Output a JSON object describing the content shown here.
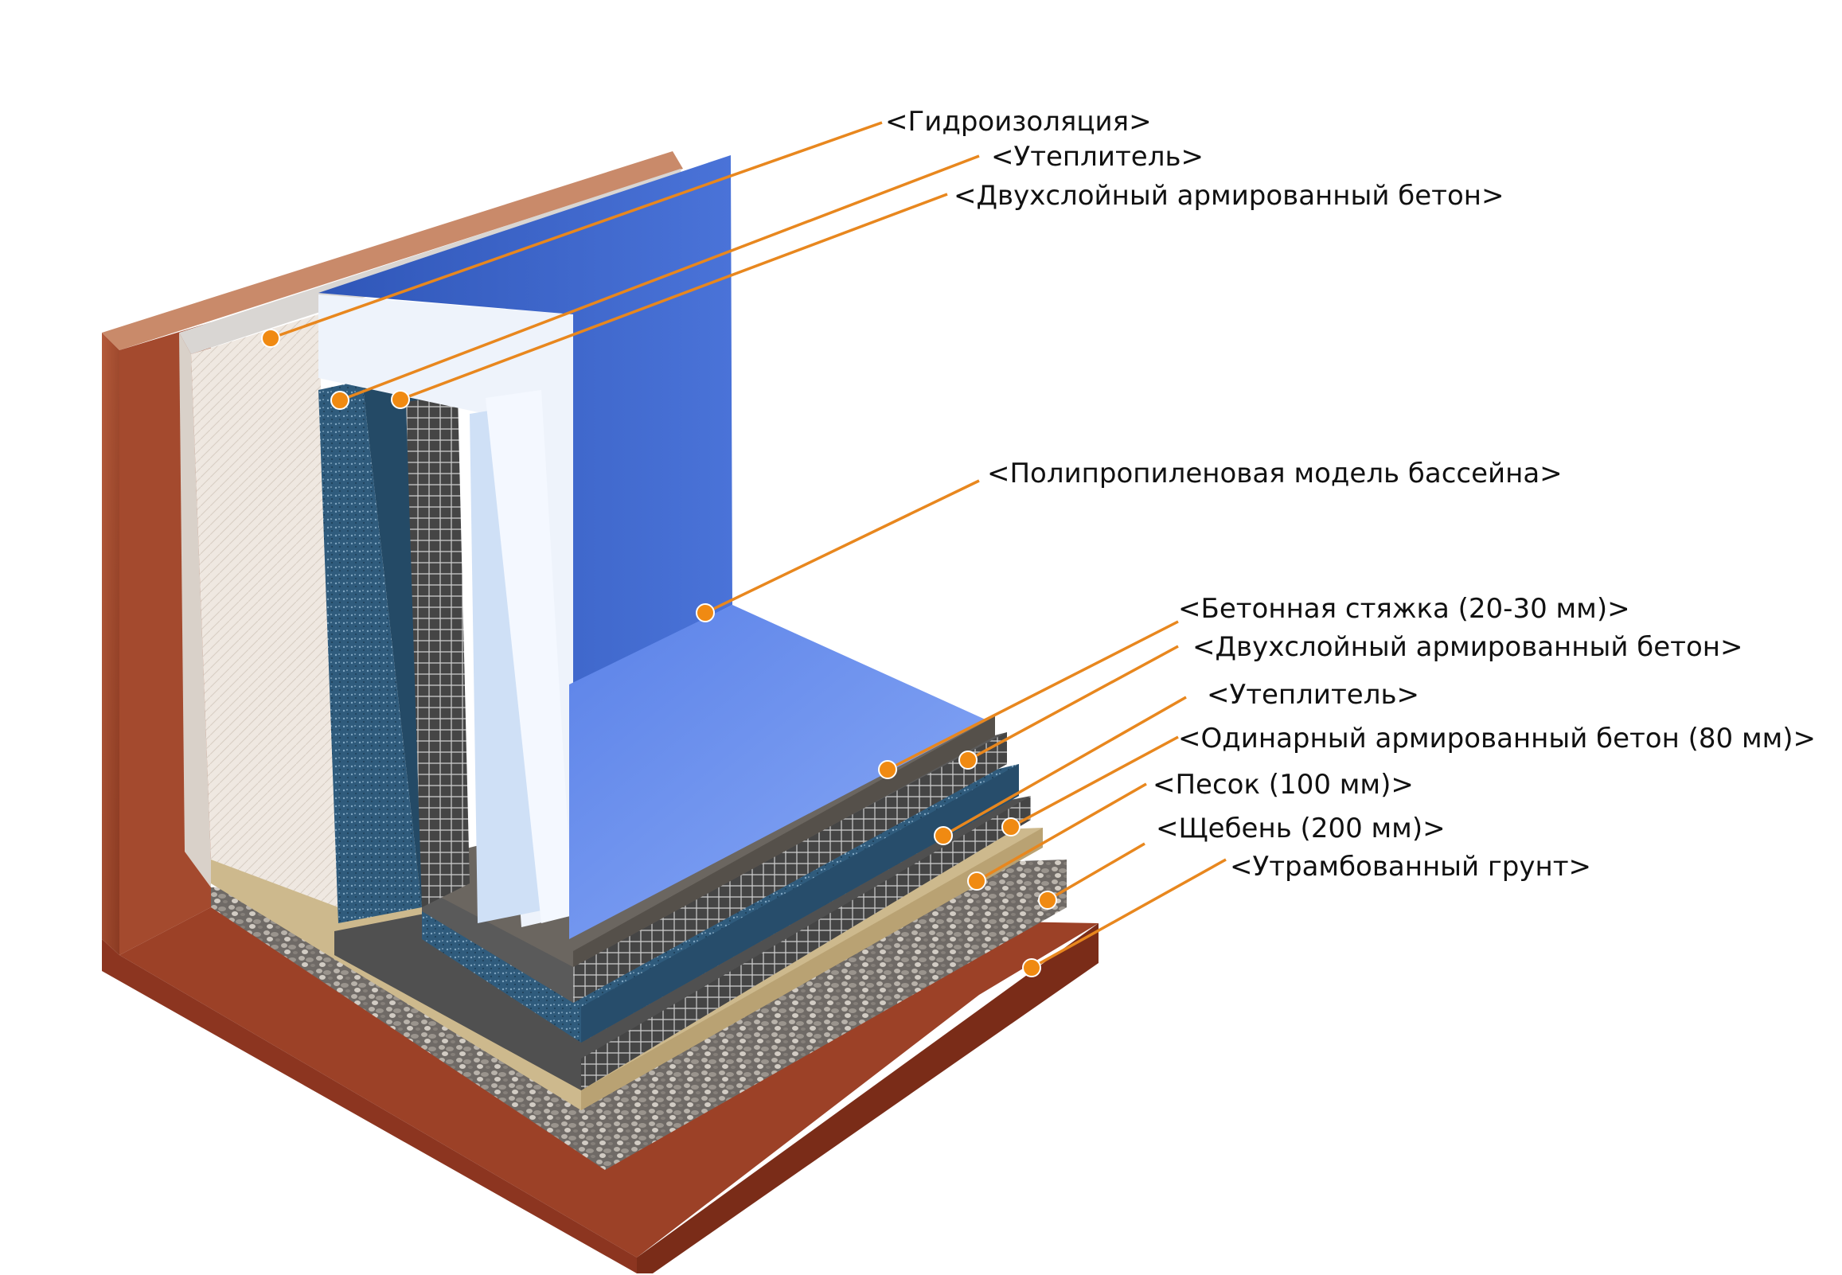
{
  "colors": {
    "leader_line": "#E8871E",
    "leader_dot": "#F08A12",
    "soil": "#A24A2E",
    "pool_liner": "#3E62C8",
    "floor_liner": "#6D92F0",
    "insulation_blue": "#2C5878",
    "concrete": "#4A4A4A",
    "sand": "#C9B58A",
    "gravel": "#8A8682",
    "waterproofing": "#EFE9E2"
  },
  "callouts": [
    {
      "id": "waterproofing",
      "label": "<Гидроизоляция>"
    },
    {
      "id": "wall-insulation",
      "label": "<Утеплитель>"
    },
    {
      "id": "wall-double-concrete",
      "label": "<Двухслойный армированный бетон>"
    },
    {
      "id": "pool-model",
      "label": "<Полипропиленовая модель бассейна>"
    },
    {
      "id": "screed",
      "label": "<Бетонная стяжка (20-30 мм)>"
    },
    {
      "id": "floor-double-concrete",
      "label": "<Двухслойный армированный бетон>"
    },
    {
      "id": "floor-insulation",
      "label": "<Утеплитель>"
    },
    {
      "id": "single-concrete",
      "label": "<Одинарный армированный бетон (80 мм)>"
    },
    {
      "id": "sand",
      "label": "<Песок (100 мм)>"
    },
    {
      "id": "gravel",
      "label": "<Щебень (200 мм)>"
    },
    {
      "id": "soil",
      "label": "<Утрамбованный грунт>"
    }
  ]
}
